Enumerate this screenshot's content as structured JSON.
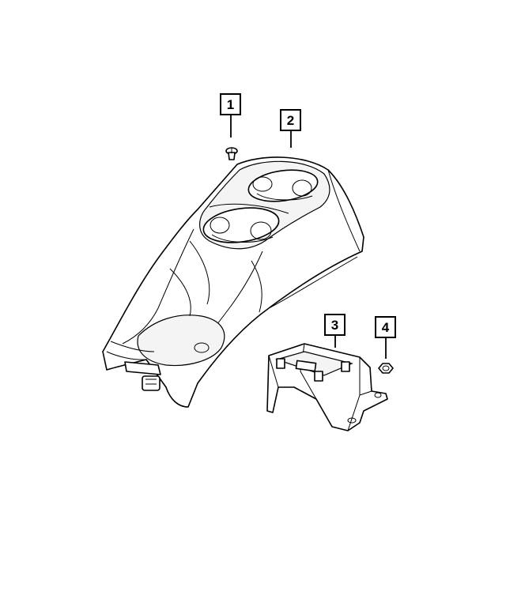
{
  "callouts": [
    {
      "number": "1",
      "part": "screw"
    },
    {
      "number": "2",
      "part": "console"
    },
    {
      "number": "3",
      "part": "bracket"
    },
    {
      "number": "4",
      "part": "nut"
    }
  ],
  "colors": {
    "line": "#000000",
    "background": "#ffffff"
  }
}
